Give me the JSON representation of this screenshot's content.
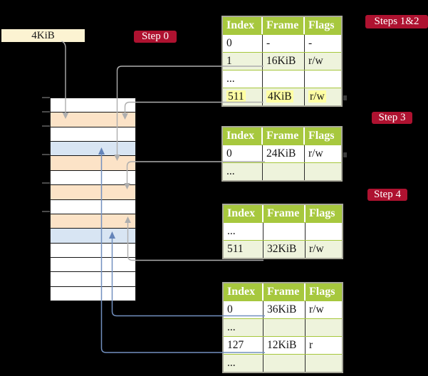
{
  "frame_box": {
    "label": "4KiB"
  },
  "badges": {
    "step0": "Step 0",
    "steps12": "Steps 1&2",
    "step3": "Step 3",
    "step4": "Step 4"
  },
  "memory": {
    "rows": [
      {
        "color": "white"
      },
      {
        "color": "orange"
      },
      {
        "color": "white"
      },
      {
        "color": "blue"
      },
      {
        "color": "orange"
      },
      {
        "color": "white"
      },
      {
        "color": "orange"
      },
      {
        "color": "white"
      },
      {
        "color": "orange"
      },
      {
        "color": "blue"
      },
      {
        "color": "white"
      },
      {
        "color": "white"
      },
      {
        "color": "white"
      },
      {
        "color": "white"
      }
    ]
  },
  "tables": {
    "t1": {
      "headers": [
        "Index",
        "Frame",
        "Flags"
      ],
      "rows": [
        {
          "cells": [
            "0",
            "-",
            "-"
          ],
          "shade": "white"
        },
        {
          "cells": [
            "1",
            "16KiB",
            "r/w"
          ],
          "shade": "green"
        },
        {
          "cells": [
            "...",
            "",
            ""
          ],
          "shade": "white"
        },
        {
          "cells": [
            "511",
            "4KiB",
            "r/w"
          ],
          "shade": "green",
          "hl": "y"
        }
      ]
    },
    "t2": {
      "headers": [
        "Index",
        "Frame",
        "Flags"
      ],
      "rows": [
        {
          "cells": [
            "0",
            "24KiB",
            "r/w"
          ],
          "shade": "white"
        },
        {
          "cells": [
            "...",
            "",
            ""
          ],
          "shade": "green"
        }
      ]
    },
    "t3": {
      "headers": [
        "Index",
        "Frame",
        "Flags"
      ],
      "rows": [
        {
          "cells": [
            "...",
            "",
            ""
          ],
          "shade": "white"
        },
        {
          "cells": [
            "511",
            "32KiB",
            "r/w"
          ],
          "shade": "green"
        }
      ]
    },
    "t4": {
      "headers": [
        "Index",
        "Frame",
        "Flags"
      ],
      "rows": [
        {
          "cells": [
            "0",
            "36KiB",
            "r/w"
          ],
          "shade": "white"
        },
        {
          "cells": [
            "...",
            "",
            ""
          ],
          "shade": "green"
        },
        {
          "cells": [
            "127",
            "12KiB",
            "r"
          ],
          "shade": "white"
        },
        {
          "cells": [
            "...",
            "",
            ""
          ],
          "shade": "green"
        }
      ]
    }
  },
  "colors": {
    "badge_red": "#ae1230",
    "table_header_green": "#a7c83e",
    "table_row_green": "#eef3dc",
    "memory_orange": "#fce3c7",
    "memory_blue": "#d8e5f3",
    "frame_box_cream": "#fcf3d2",
    "highlight_yellow": "#ffffa3",
    "gray_connector": "#aeaeae",
    "blue_connector": "#7290bf"
  }
}
